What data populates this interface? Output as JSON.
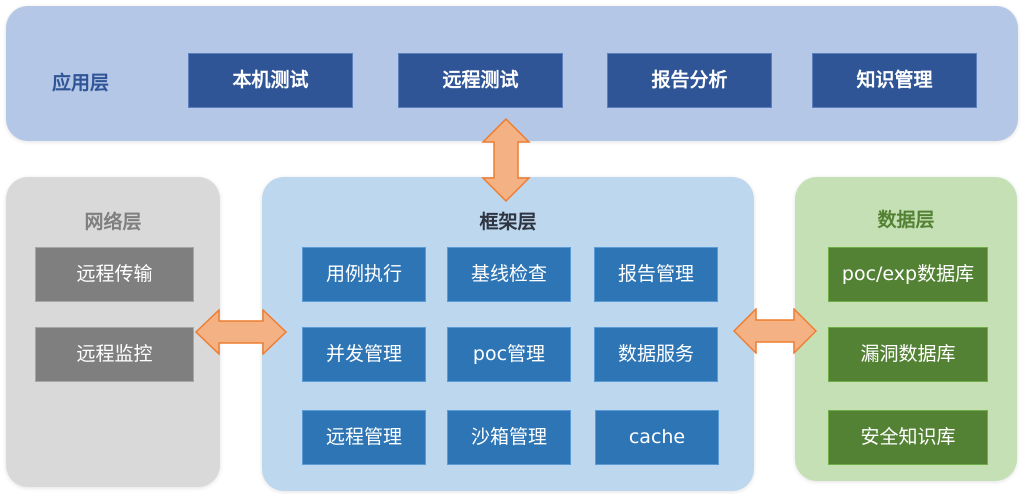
{
  "diagram": {
    "application_layer": {
      "title": "应用层",
      "items": [
        "本机测试",
        "远程测试",
        "报告分析",
        "知识管理"
      ]
    },
    "network_layer": {
      "title": "网络层",
      "items": [
        "远程传输",
        "远程监控"
      ]
    },
    "framework_layer": {
      "title": "框架层",
      "items": [
        "用例执行",
        "基线检查",
        "报告管理",
        "并发管理",
        "poc管理",
        "数据服务",
        "远程管理",
        "沙箱管理",
        "cache"
      ]
    },
    "data_layer": {
      "title": "数据层",
      "items": [
        "poc/exp数据库",
        "漏洞数据库",
        "安全知识库"
      ]
    },
    "connections": [
      {
        "from": "应用层",
        "to": "框架层",
        "type": "bidirectional"
      },
      {
        "from": "网络层",
        "to": "框架层",
        "type": "bidirectional"
      },
      {
        "from": "框架层",
        "to": "数据层",
        "type": "bidirectional"
      }
    ],
    "colors": {
      "application_bg": "#b4c7e7",
      "application_box": "#2f5597",
      "network_bg": "#d9d9d9",
      "network_box": "#7f7f7f",
      "framework_bg": "#bdd7ee",
      "framework_box": "#2e75b6",
      "data_bg": "#c5e0b4",
      "data_box": "#548235",
      "arrow_fill": "#f4b183",
      "arrow_stroke": "#ed7d31"
    }
  }
}
